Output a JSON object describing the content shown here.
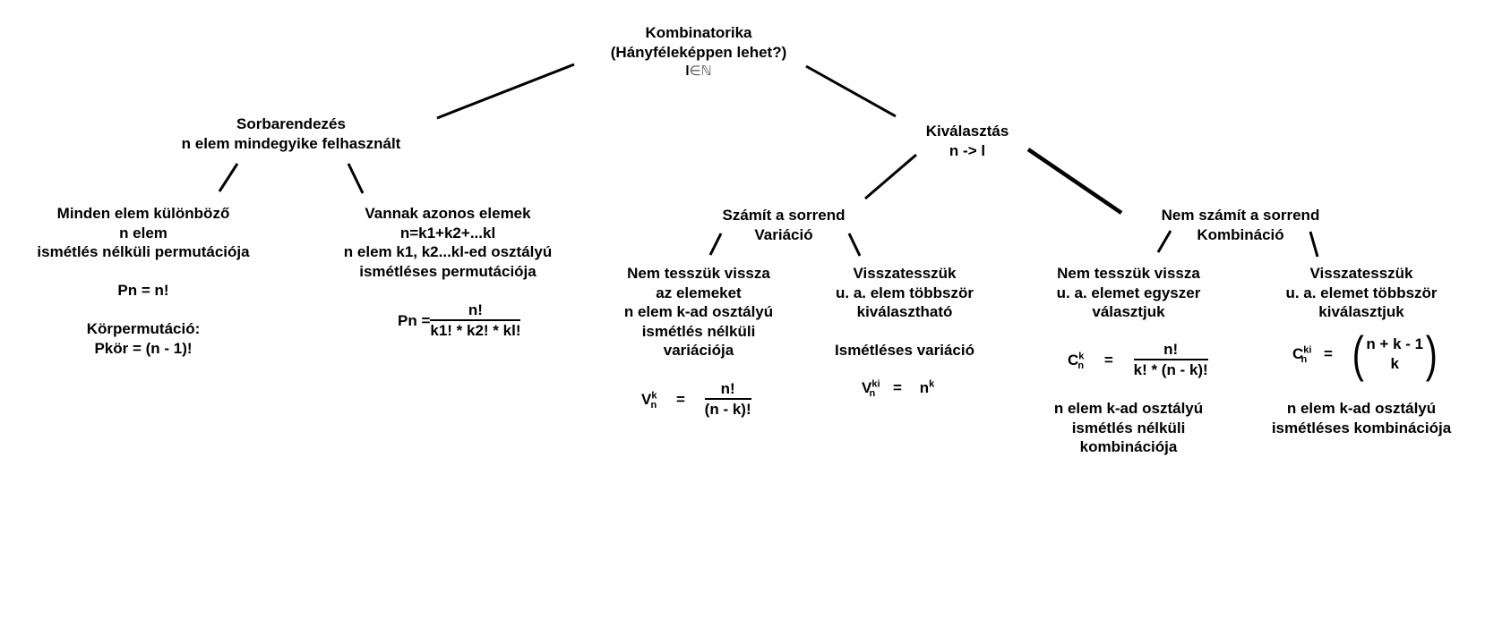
{
  "root": {
    "line1": "Kombinatorika",
    "line2": "(Hányféleképpen lehet?)",
    "line3_var": "l",
    "line3_in": "∈",
    "line3_set": "ℕ"
  },
  "sorbarendezes": {
    "title": "Sorbarendezés",
    "subtitle": "n elem mindegyike felhasznált",
    "kulonbozo": {
      "line1": "Minden elem különböző",
      "line2": "n elem",
      "line3": "ismétlés nélküli permutációja",
      "formula": "Pn = n!",
      "kor_title": "Körpermutáció:",
      "kor_formula": "Pkör = (n - 1)!"
    },
    "azonos": {
      "line1": "Vannak azonos elemek",
      "line2": "n=k1+k2+...kl",
      "line3": "n elem k1, k2...kl-ed osztályú",
      "line4": "ismétléses permutációja",
      "formula_lhs": "Pn =",
      "formula_num": "n!",
      "formula_den": "k1! * k2! * kl!"
    }
  },
  "kivalasztas": {
    "title": "Kiválasztás",
    "subtitle": "n -> l",
    "variacio": {
      "title": "Számít a sorrend",
      "subtitle": "Variáció",
      "nem_vissza": {
        "line1": "Nem tesszük vissza",
        "line2": "az elemeket",
        "line3": "n elem k-ad osztályú",
        "line4": "ismétlés nélküli",
        "line5": "variációja",
        "f_sym": "V",
        "f_sup": "k",
        "f_sub": "n",
        "f_eq": "=",
        "f_num": "n!",
        "f_den": "(n - k)!"
      },
      "vissza": {
        "line1": "Visszatesszük",
        "line2": "u. a. elem többször",
        "line3": "kiválasztható",
        "name": "Ismétléses variáció",
        "f_sym": "V",
        "f_sup": "ki",
        "f_sub": "n",
        "f_eq": "=",
        "f_base": "n",
        "f_exp": "k"
      }
    },
    "kombinacio": {
      "title": "Nem számít a sorrend",
      "subtitle": "Kombináció",
      "nem_vissza": {
        "line1": "Nem tesszük vissza",
        "line2": "u. a. elemet egyszer",
        "line3": "választjuk",
        "f_sym": "C",
        "f_sup": "k",
        "f_sub": "n",
        "f_eq": "=",
        "f_num": "n!",
        "f_den": "k! * (n - k)!",
        "desc1": "n elem k-ad osztályú",
        "desc2": "ismétlés nélküli",
        "desc3": "kombinációja"
      },
      "vissza": {
        "line1": "Visszatesszük",
        "line2": "u. a. elemet többször",
        "line3": "kiválasztjuk",
        "f_sym": "C",
        "f_sup": "ki",
        "f_sub": "n",
        "f_eq": "=",
        "f_top": "n + k - 1",
        "f_bottom": "k",
        "f_lparen": "(",
        "f_rparen": ")",
        "desc1": "n elem k-ad osztályú",
        "desc2": "ismétléses kombinációja"
      }
    }
  }
}
